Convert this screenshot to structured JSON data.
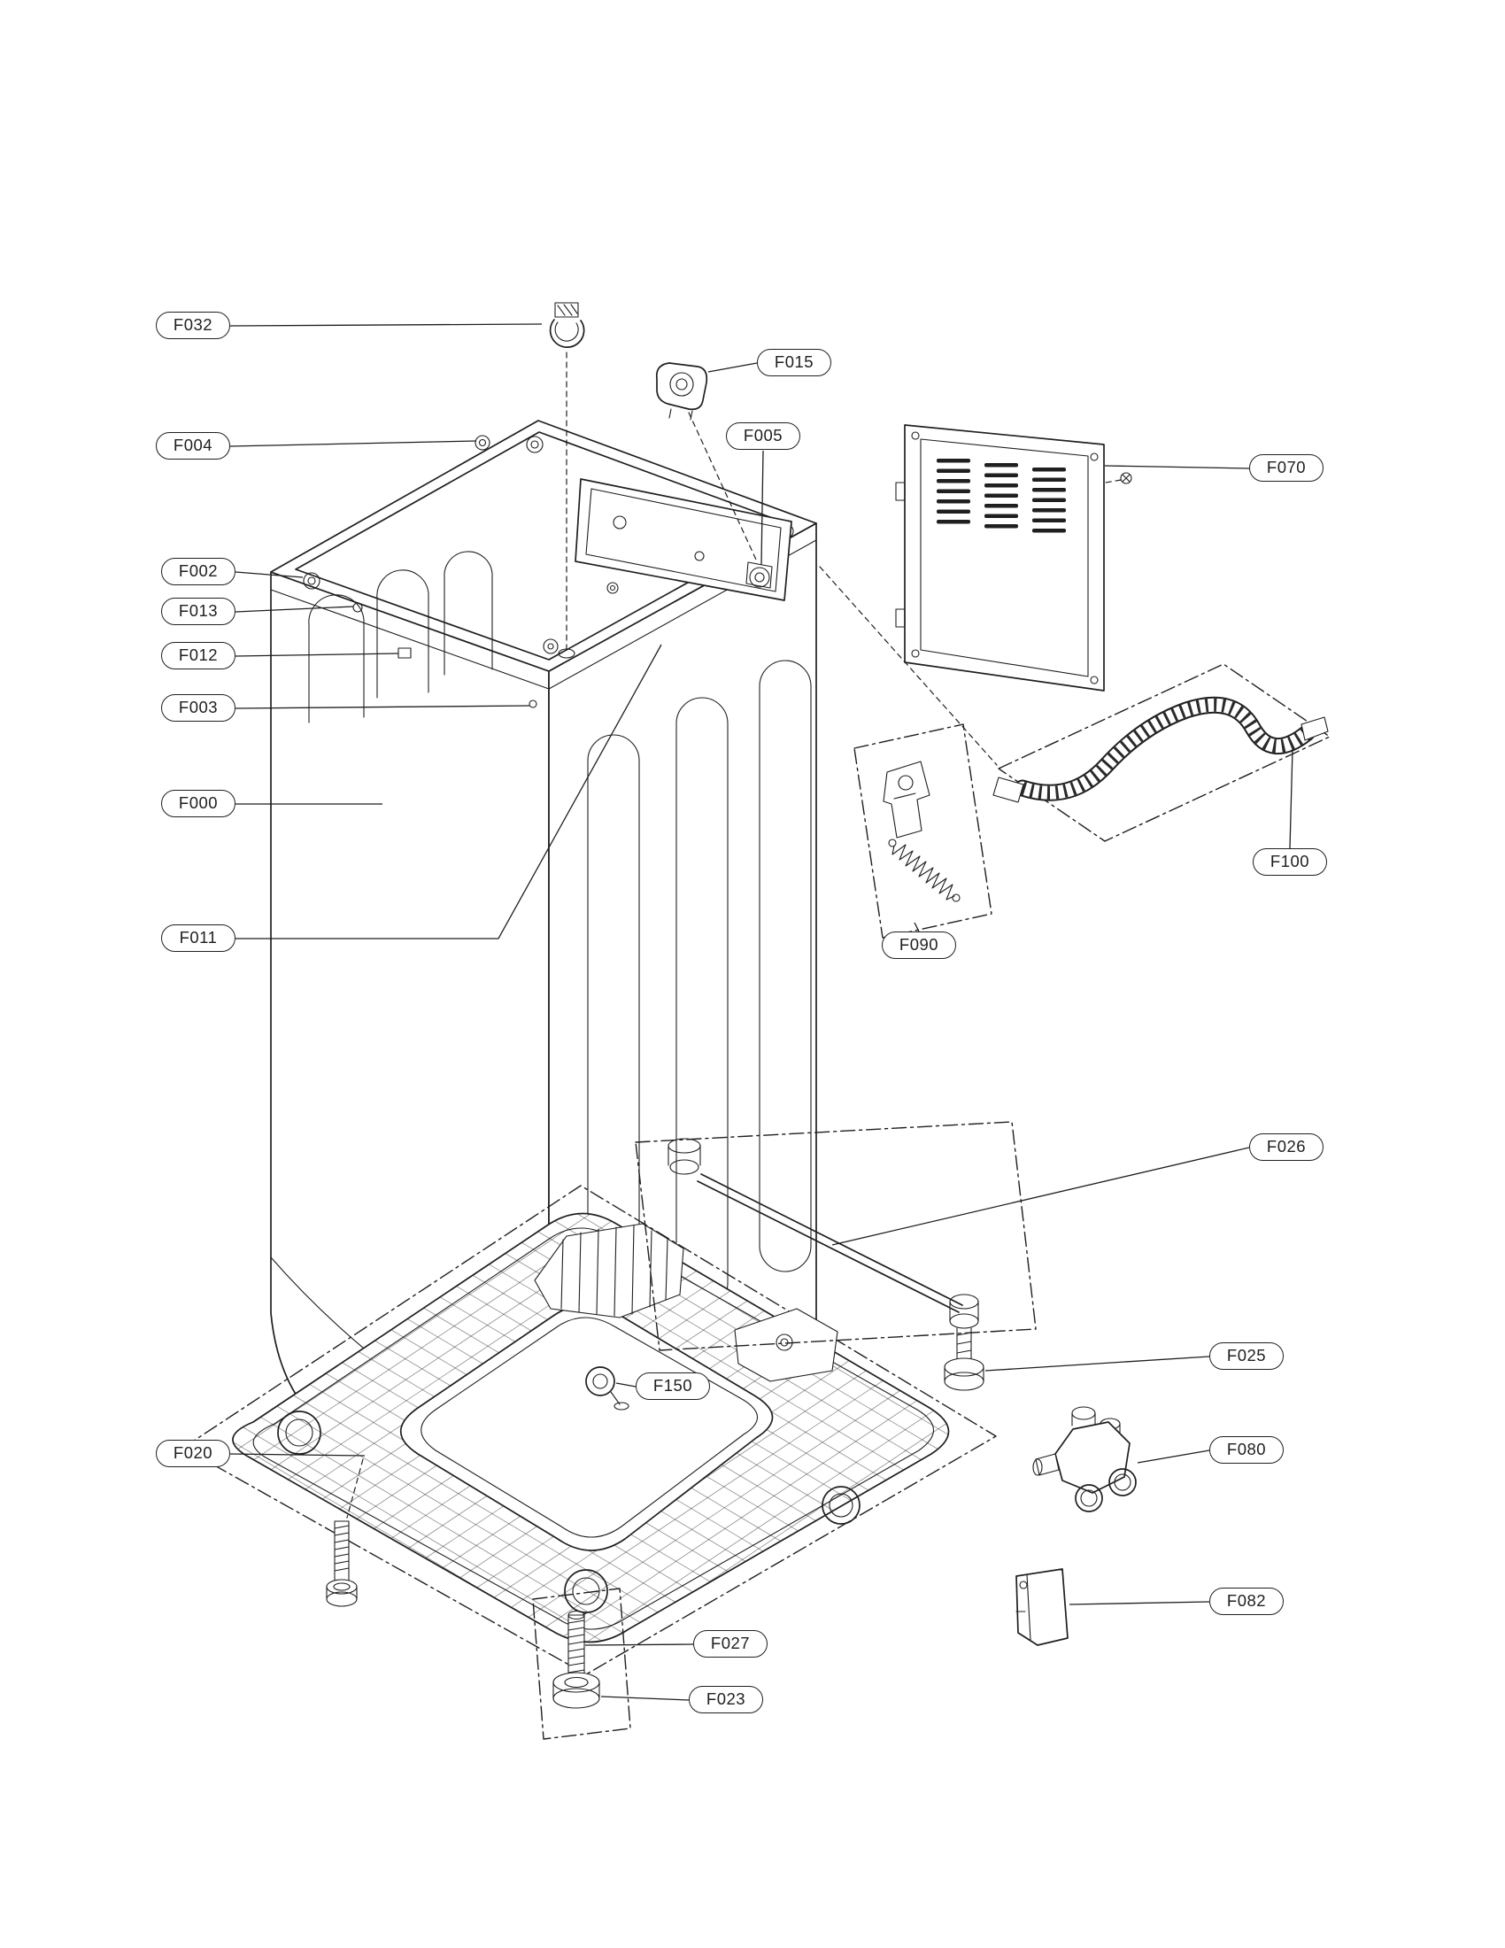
{
  "page": {
    "background_color": "#ffffff",
    "line_color": "#1f1f1f",
    "callout_border_color": "#1f1f1f",
    "callout_fill_color": "#ffffff",
    "callout_text_color": "#1f1f1f"
  },
  "diagram": {
    "kind": "exploded_parts_diagram",
    "callouts": [
      {
        "label": "F032"
      },
      {
        "label": "F015"
      },
      {
        "label": "F004"
      },
      {
        "label": "F005"
      },
      {
        "label": "F070"
      },
      {
        "label": "F002"
      },
      {
        "label": "F013"
      },
      {
        "label": "F012"
      },
      {
        "label": "F003"
      },
      {
        "label": "F000"
      },
      {
        "label": "F011"
      },
      {
        "label": "F100"
      },
      {
        "label": "F090"
      },
      {
        "label": "F026"
      },
      {
        "label": "F025"
      },
      {
        "label": "F150"
      },
      {
        "label": "F080"
      },
      {
        "label": "F020"
      },
      {
        "label": "F082"
      },
      {
        "label": "F027"
      },
      {
        "label": "F023"
      }
    ]
  }
}
